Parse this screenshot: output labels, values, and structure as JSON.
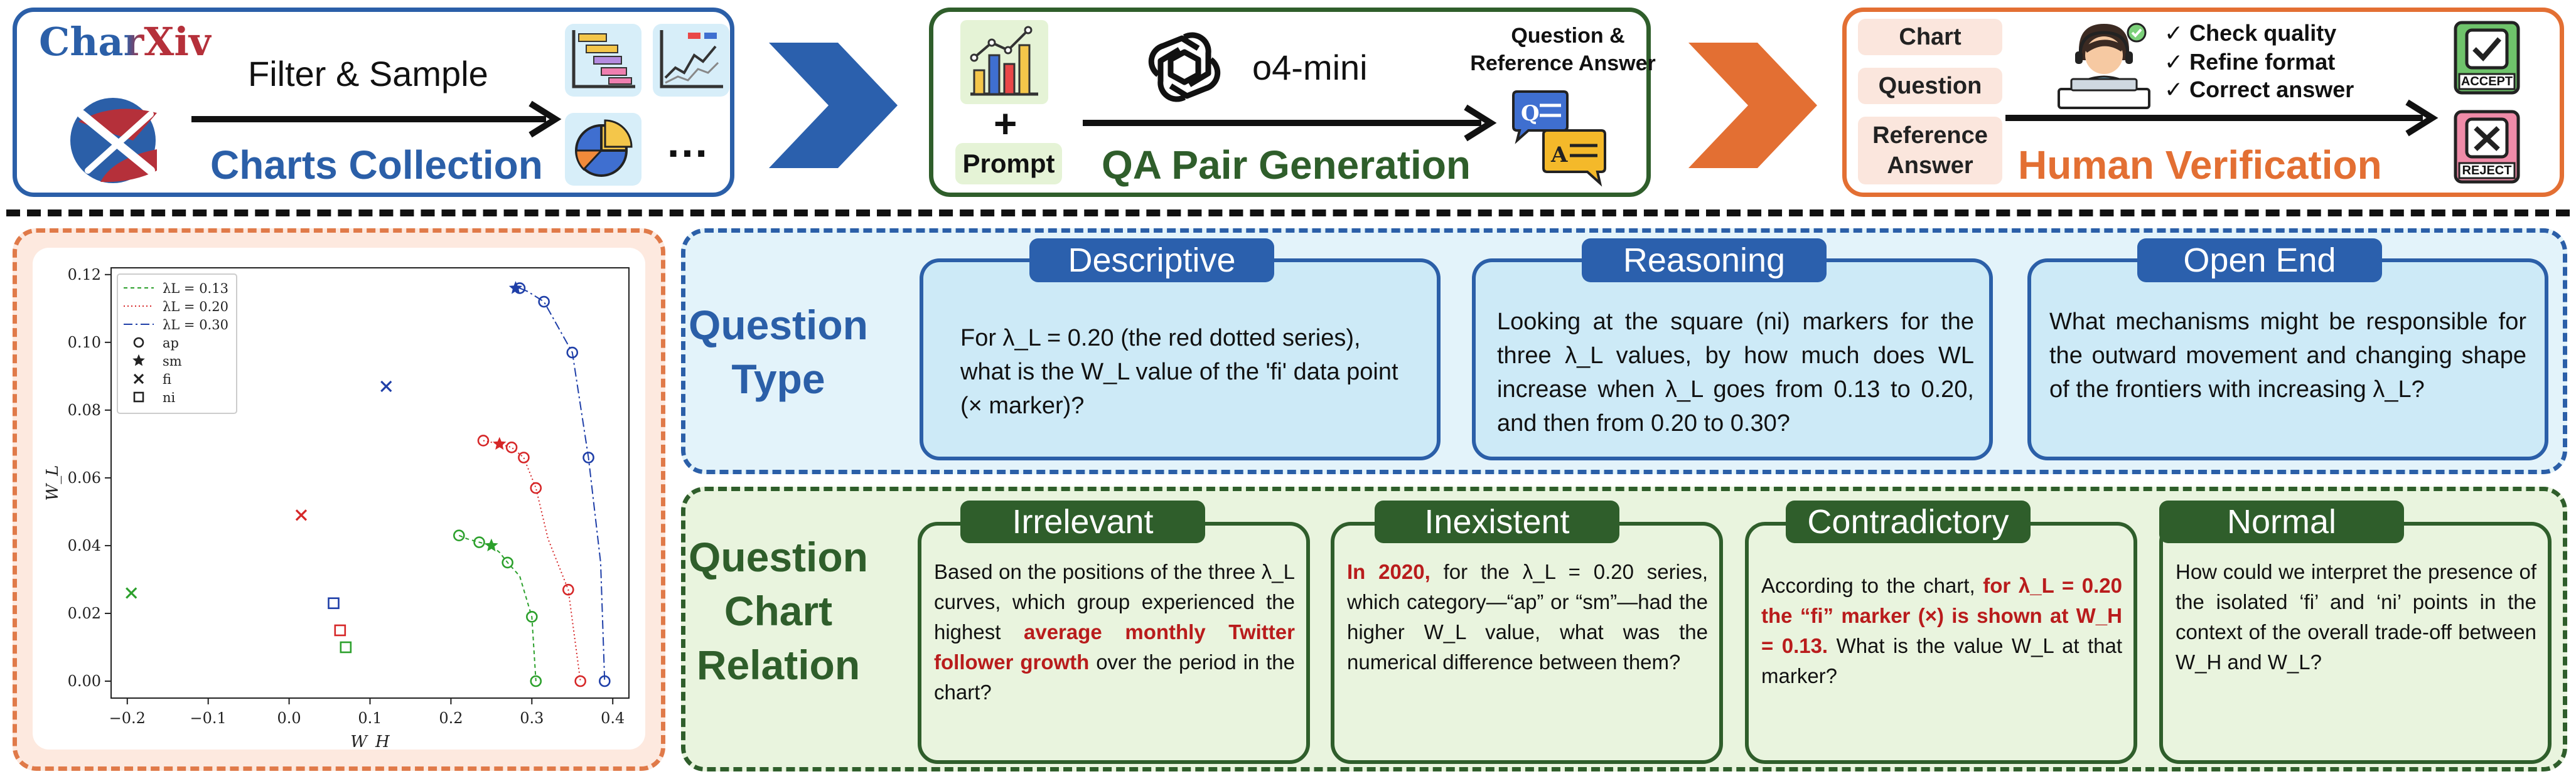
{
  "pipeline": {
    "charts_collection": {
      "logo_text": "CharXiv",
      "step_label": "Filter & Sample",
      "title": "Charts Collection",
      "more": "…"
    },
    "qa_generation": {
      "plus": "+",
      "prompt_label": "Prompt",
      "model_name": "o4-mini",
      "output_label_line1": "Question &",
      "output_label_line2": "Reference Answer",
      "title": "QA Pair Generation"
    },
    "human_verification": {
      "inputs": [
        "Chart",
        "Question",
        "Reference",
        "Answer"
      ],
      "checks": [
        "✓ Check quality",
        "✓ Refine format",
        "✓ Correct answer"
      ],
      "title": "Human Verification",
      "accept_label": "ACCEPT",
      "reject_label": "REJECT"
    },
    "colors": {
      "blue": "#2b5fa8",
      "green": "#2f5e2b",
      "orange": "#e36f33"
    }
  },
  "question_type": {
    "label_line1": "Question",
    "label_line2": "Type",
    "cards": [
      {
        "title": "Descriptive",
        "text": "For λ_L = 0.20 (the red dotted series), what is the W_L value of the 'fi' data point (× marker)?"
      },
      {
        "title": "Reasoning",
        "text": "Looking at the square (ni) markers for the three λ_L values, by how much does WL increase when λ_L goes from 0.13 to 0.20, and then from 0.20 to 0.30?"
      },
      {
        "title": "Open End",
        "text": "What mechanisms might be responsible for the outward movement and changing shape of the frontiers with increasing λ_L?"
      }
    ]
  },
  "question_chart_relation": {
    "label_line1": "Question",
    "label_line2": "Chart",
    "label_line3": "Relation",
    "cards": [
      {
        "title": "Irrelevant",
        "text_a": "Based on the positions of the three λ_L curves, which group experienced the highest ",
        "highlight": "average monthly Twitter follower growth",
        "text_b": " over the period in the chart?"
      },
      {
        "title": "Inexistent",
        "highlight": "In 2020,",
        "text_b": " for the λ_L = 0.20 series, which category—“ap” or “sm”—had the higher W_L value, what was the numerical difference between them?"
      },
      {
        "title": "Contradictory",
        "text_a": "According to the chart, ",
        "highlight": "for λ_L = 0.20 the “fi” marker (×) is shown at W_H = 0.13.",
        "text_b": " What is the value W_L at that marker?"
      },
      {
        "title": "Normal",
        "text_a": "How could we interpret the presence of the isolated ‘fi’ and ‘ni’ points in the context of the overall trade-off between W_H and W_L?"
      }
    ]
  },
  "chart_data": {
    "type": "scatter",
    "xlabel": "W_H",
    "ylabel": "W_L",
    "xlim": [
      -0.22,
      0.42
    ],
    "ylim": [
      -0.005,
      0.122
    ],
    "xticks": [
      -0.2,
      -0.1,
      0.0,
      0.1,
      0.2,
      0.3,
      0.4
    ],
    "xtick_labels": [
      "−0.2",
      "−0.1",
      "0.0",
      "0.1",
      "0.2",
      "0.3",
      "0.4"
    ],
    "yticks": [
      0.0,
      0.02,
      0.04,
      0.06,
      0.08,
      0.1,
      0.12
    ],
    "ytick_labels": [
      "0.00",
      "0.02",
      "0.04",
      "0.06",
      "0.08",
      "0.10",
      "0.12"
    ],
    "grid": false,
    "legend": {
      "placement": "top-left",
      "series_entries": [
        {
          "label": "λL = 0.13",
          "color": "#2ca02c",
          "dash": "6,5"
        },
        {
          "label": "λL = 0.20",
          "color": "#d62728",
          "dash": "2,4"
        },
        {
          "label": "λL = 0.30",
          "color": "#1f3fa8",
          "dash": "14,5,3,5"
        }
      ],
      "marker_entries": [
        {
          "label": "ap",
          "marker": "circle"
        },
        {
          "label": "sm",
          "marker": "star"
        },
        {
          "label": "fi",
          "marker": "x"
        },
        {
          "label": "ni",
          "marker": "square"
        }
      ]
    },
    "series": [
      {
        "color": "#2ca02c",
        "dash": "6,5",
        "x": [
          0.21,
          0.22,
          0.235,
          0.25,
          0.26,
          0.27,
          0.285,
          0.3,
          0.305
        ],
        "y": [
          0.043,
          0.042,
          0.041,
          0.04,
          0.038,
          0.035,
          0.031,
          0.019,
          0.0
        ]
      },
      {
        "color": "#d62728",
        "dash": "2,4",
        "x": [
          0.24,
          0.26,
          0.275,
          0.29,
          0.305,
          0.32,
          0.345,
          0.36
        ],
        "y": [
          0.071,
          0.07,
          0.069,
          0.066,
          0.057,
          0.042,
          0.027,
          0.0
        ]
      },
      {
        "color": "#1f3fa8",
        "dash": "14,5,3,5",
        "x": [
          0.285,
          0.295,
          0.315,
          0.35,
          0.37,
          0.385,
          0.39
        ],
        "y": [
          0.116,
          0.115,
          0.112,
          0.097,
          0.066,
          0.035,
          0.0
        ]
      }
    ],
    "markers": [
      {
        "x": 0.21,
        "y": 0.043,
        "marker": "circle",
        "color": "#2ca02c"
      },
      {
        "x": 0.235,
        "y": 0.041,
        "marker": "circle",
        "color": "#2ca02c"
      },
      {
        "x": 0.27,
        "y": 0.035,
        "marker": "circle",
        "color": "#2ca02c"
      },
      {
        "x": 0.3,
        "y": 0.019,
        "marker": "circle",
        "color": "#2ca02c"
      },
      {
        "x": 0.305,
        "y": 0.0,
        "marker": "circle",
        "color": "#2ca02c"
      },
      {
        "x": 0.25,
        "y": 0.04,
        "marker": "star",
        "color": "#2ca02c"
      },
      {
        "x": 0.24,
        "y": 0.071,
        "marker": "circle",
        "color": "#d62728"
      },
      {
        "x": 0.275,
        "y": 0.069,
        "marker": "circle",
        "color": "#d62728"
      },
      {
        "x": 0.29,
        "y": 0.066,
        "marker": "circle",
        "color": "#d62728"
      },
      {
        "x": 0.305,
        "y": 0.057,
        "marker": "circle",
        "color": "#d62728"
      },
      {
        "x": 0.345,
        "y": 0.027,
        "marker": "circle",
        "color": "#d62728"
      },
      {
        "x": 0.36,
        "y": 0.0,
        "marker": "circle",
        "color": "#d62728"
      },
      {
        "x": 0.26,
        "y": 0.07,
        "marker": "star",
        "color": "#d62728"
      },
      {
        "x": 0.285,
        "y": 0.116,
        "marker": "circle",
        "color": "#1f3fa8"
      },
      {
        "x": 0.315,
        "y": 0.112,
        "marker": "circle",
        "color": "#1f3fa8"
      },
      {
        "x": 0.35,
        "y": 0.097,
        "marker": "circle",
        "color": "#1f3fa8"
      },
      {
        "x": 0.37,
        "y": 0.066,
        "marker": "circle",
        "color": "#1f3fa8"
      },
      {
        "x": 0.39,
        "y": 0.0,
        "marker": "circle",
        "color": "#1f3fa8"
      },
      {
        "x": 0.28,
        "y": 0.116,
        "marker": "star",
        "color": "#1f3fa8"
      },
      {
        "x": -0.195,
        "y": 0.026,
        "marker": "x",
        "color": "#2ca02c"
      },
      {
        "x": 0.015,
        "y": 0.049,
        "marker": "x",
        "color": "#d62728"
      },
      {
        "x": 0.12,
        "y": 0.087,
        "marker": "x",
        "color": "#1f3fa8"
      },
      {
        "x": 0.07,
        "y": 0.01,
        "marker": "square",
        "color": "#2ca02c"
      },
      {
        "x": 0.063,
        "y": 0.015,
        "marker": "square",
        "color": "#d62728"
      },
      {
        "x": 0.055,
        "y": 0.023,
        "marker": "square",
        "color": "#1f3fa8"
      }
    ]
  }
}
